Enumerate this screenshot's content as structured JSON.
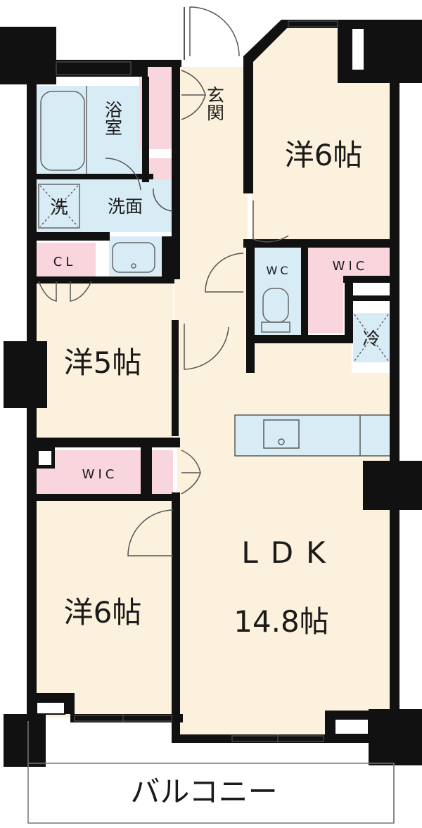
{
  "rooms": {
    "bath": "浴室",
    "entrance": "玄関",
    "western_room_ne": "洋6帖",
    "washer": "洗",
    "washroom": "洗面",
    "closet": "CL",
    "wc": "WC",
    "walk_in_closet_ne": "WIC",
    "fridge": "冷",
    "western_room_mid": "洋5帖",
    "walk_in_closet_sw": "WIC",
    "ldk": "LDK",
    "ldk_size": "14.8帖",
    "western_room_sw": "洋6帖",
    "balcony": "バルコニー"
  },
  "colors": {
    "wall": "#111111",
    "room_floor": "#fcf1dc",
    "storage": "#f9d5de",
    "wet_area": "#d8ecf6",
    "balcony_bg": "#ffffff"
  }
}
